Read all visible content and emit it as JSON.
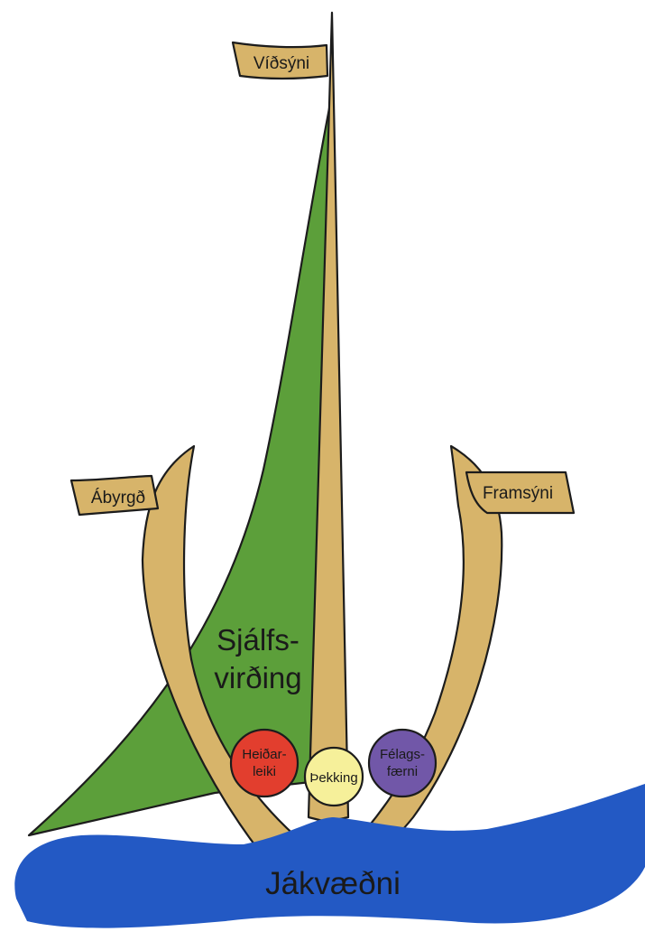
{
  "labels": {
    "top": "Víðsýni",
    "left_arm": "Ábyrgð",
    "right_arm": "Framsýni",
    "sail_line1": "Sjálfs-",
    "sail_line2": "virðing",
    "water": "Jákvæðni",
    "circle_left_line1": "Heiðar-",
    "circle_left_line2": "leiki",
    "circle_center": "Þekking",
    "circle_right_line1": "Félags-",
    "circle_right_line2": "færni"
  },
  "colors": {
    "wood": "#d7b46a",
    "sail": "#5c9f3a",
    "water": "#2359c4",
    "circle_left": "#e23e2e",
    "circle_center": "#f6f09a",
    "circle_right": "#7157a8",
    "outline": "#1c1c1c"
  }
}
